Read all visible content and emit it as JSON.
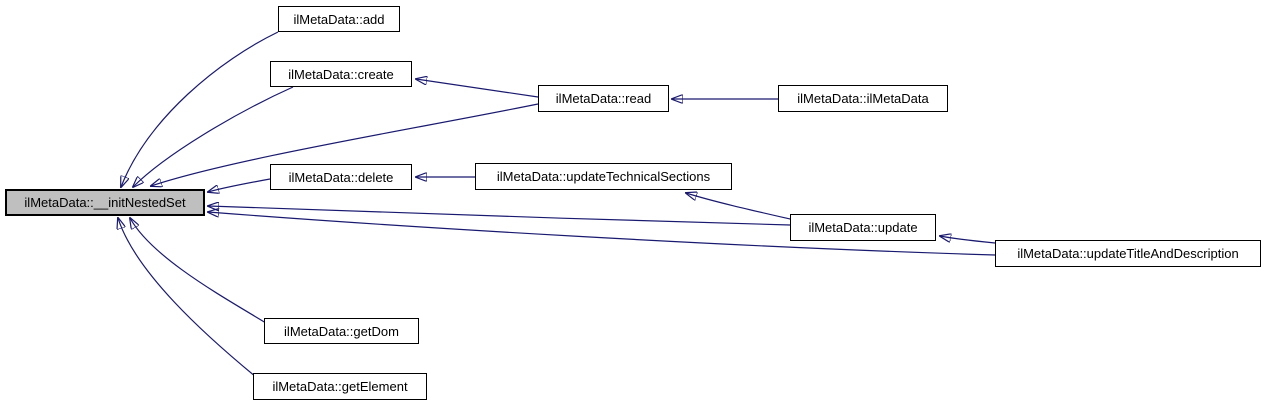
{
  "diagram": {
    "type": "caller-graph",
    "description": "Call graph showing functions that call ilMetaData::__initNestedSet",
    "colors": {
      "edge": "#191970",
      "node_border": "#000000",
      "node_fill": "#ffffff",
      "highlight_fill": "#bfbfbf",
      "background": "#ffffff",
      "text": "#000000"
    },
    "nodes": [
      {
        "id": "initNestedSet",
        "label": "ilMetaData::__initNestedSet",
        "highlighted": true
      },
      {
        "id": "add",
        "label": "ilMetaData::add",
        "highlighted": false
      },
      {
        "id": "create",
        "label": "ilMetaData::create",
        "highlighted": false
      },
      {
        "id": "read",
        "label": "ilMetaData::read",
        "highlighted": false
      },
      {
        "id": "ilMetaData",
        "label": "ilMetaData::ilMetaData",
        "highlighted": false
      },
      {
        "id": "delete",
        "label": "ilMetaData::delete",
        "highlighted": false
      },
      {
        "id": "updateTechnicalSections",
        "label": "ilMetaData::updateTechnicalSections",
        "highlighted": false
      },
      {
        "id": "update",
        "label": "ilMetaData::update",
        "highlighted": false
      },
      {
        "id": "updateTitleAndDescription",
        "label": "ilMetaData::updateTitleAndDescription",
        "highlighted": false
      },
      {
        "id": "getDom",
        "label": "ilMetaData::getDom",
        "highlighted": false
      },
      {
        "id": "getElement",
        "label": "ilMetaData::getElement",
        "highlighted": false
      }
    ],
    "edges": [
      {
        "from": "add",
        "to": "initNestedSet"
      },
      {
        "from": "create",
        "to": "initNestedSet"
      },
      {
        "from": "read",
        "to": "initNestedSet"
      },
      {
        "from": "read",
        "to": "create"
      },
      {
        "from": "ilMetaData",
        "to": "read"
      },
      {
        "from": "delete",
        "to": "initNestedSet"
      },
      {
        "from": "updateTechnicalSections",
        "to": "delete"
      },
      {
        "from": "update",
        "to": "updateTechnicalSections"
      },
      {
        "from": "update",
        "to": "initNestedSet"
      },
      {
        "from": "updateTitleAndDescription",
        "to": "update"
      },
      {
        "from": "updateTitleAndDescription",
        "to": "initNestedSet"
      },
      {
        "from": "getDom",
        "to": "initNestedSet"
      },
      {
        "from": "getElement",
        "to": "initNestedSet"
      }
    ]
  }
}
